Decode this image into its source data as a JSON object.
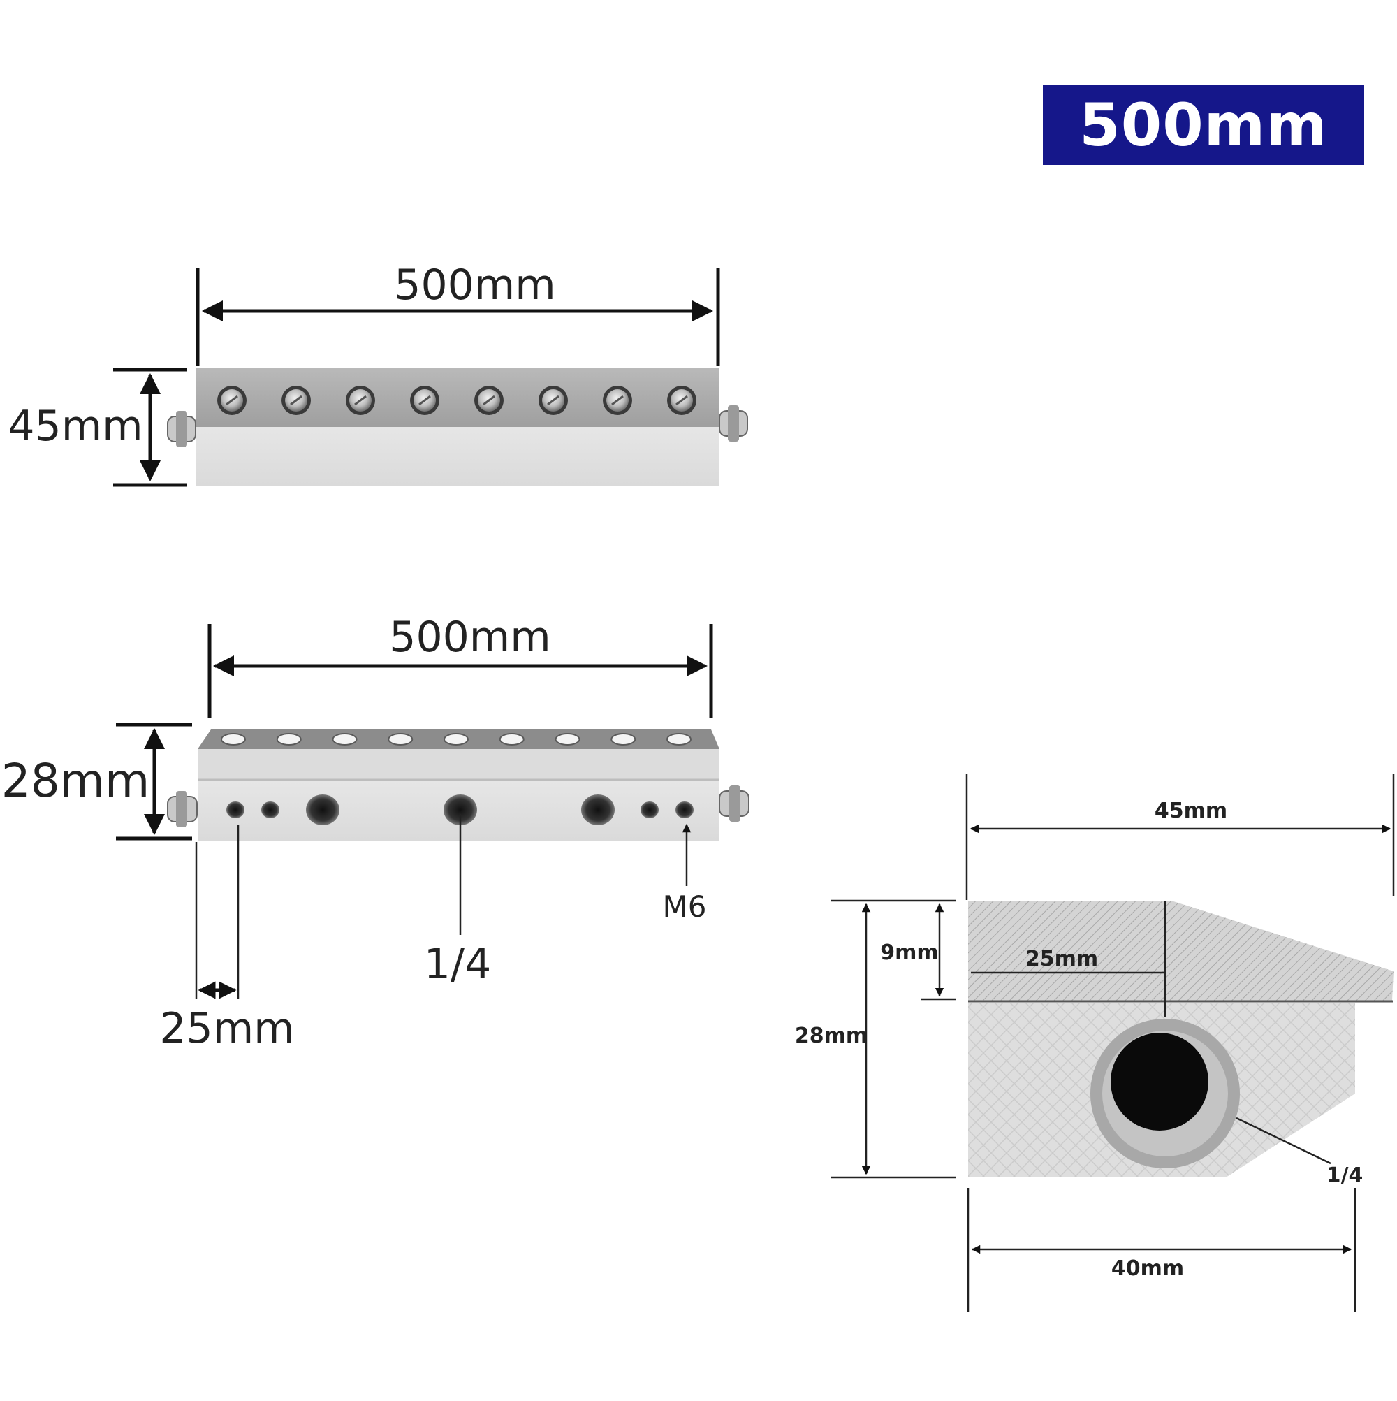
{
  "badge": {
    "label": "500mm"
  },
  "top_view": {
    "length_label": "500mm",
    "height_label": "45mm",
    "screw_count": 8
  },
  "side_view": {
    "length_label": "500mm",
    "height_label": "28mm",
    "top_hole_count": 9,
    "pitch_label": "25mm",
    "center_port_label": "1/4",
    "small_thread_label": "M6"
  },
  "cross_section": {
    "width_top_label": "45mm",
    "width_bottom_label": "40mm",
    "height_label": "28mm",
    "plate_thickness_label": "9mm",
    "port_offset_label": "25mm",
    "port_label": "1/4"
  },
  "colors": {
    "badge_bg": "#15178a",
    "metal_dark": "#aeaeae",
    "metal_light": "#e3e3e3",
    "dimension_line": "#111111"
  }
}
